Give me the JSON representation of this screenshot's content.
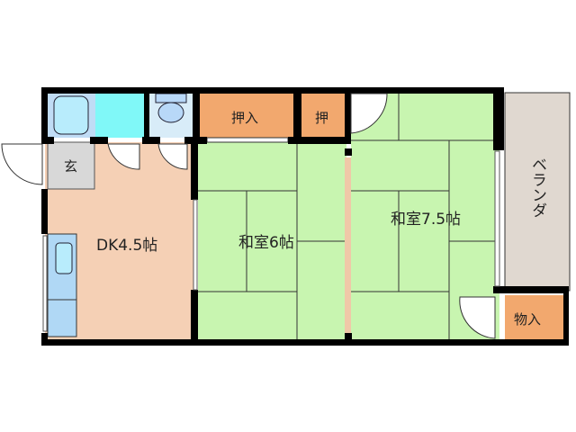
{
  "floorplan": {
    "rooms": {
      "dk": {
        "label": "DK4.5帖",
        "color": "#f5d0b5"
      },
      "washitsu_6": {
        "label": "和室6帖",
        "color": "#c8f5b0"
      },
      "washitsu_7_5": {
        "label": "和室7.5帖",
        "color": "#c8f5b0"
      },
      "oshiire_1": {
        "label": "押入",
        "color": "#f2a86e"
      },
      "oshiire_2": {
        "label": "押",
        "color": "#f2a86e"
      },
      "veranda": {
        "label": "ベランダ",
        "color": "#e0d8d0"
      },
      "monoire": {
        "label": "物入",
        "color": "#f2a86e"
      },
      "genkan": {
        "label": "玄",
        "color": "#d8d8d8"
      },
      "bath": {
        "color": "#c0dcf5"
      },
      "washroom": {
        "color": "#80f8f8"
      },
      "toilet": {
        "color": "#d8ecf8"
      }
    },
    "colors": {
      "wall": "#000000",
      "tatami_line": "#333333",
      "kitchen": "#b0d8f5",
      "fixture": "#b8ecfc"
    }
  }
}
